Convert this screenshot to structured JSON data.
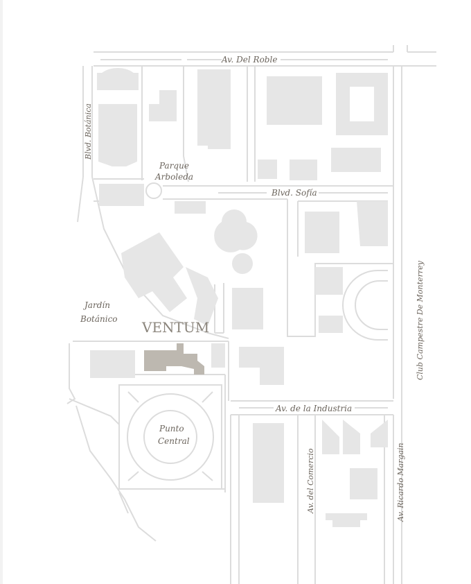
{
  "map": {
    "streets": {
      "del_roble": "Av. Del Roble",
      "botanica": "Blvd. Botánica",
      "sofia": "Blvd. Sofía",
      "industria": "Av. de la Industria",
      "comercio": "Av. del Comercio",
      "margain": "Av. Ricardo Margain",
      "campestre": "Club Campestre De Monterrey"
    },
    "places": {
      "parque_line1": "Parque",
      "parque_line2": "Arboleda",
      "jardin_line1": "Jardín",
      "jardin_line2": "Botánico",
      "punto_line1": "Punto",
      "punto_line2": "Central"
    },
    "brand": "VENTUM"
  },
  "colors": {
    "road": "#dcdcdc",
    "block": "#e6e6e6",
    "highlight": "#bdb8b0",
    "label": "#6b645c"
  }
}
